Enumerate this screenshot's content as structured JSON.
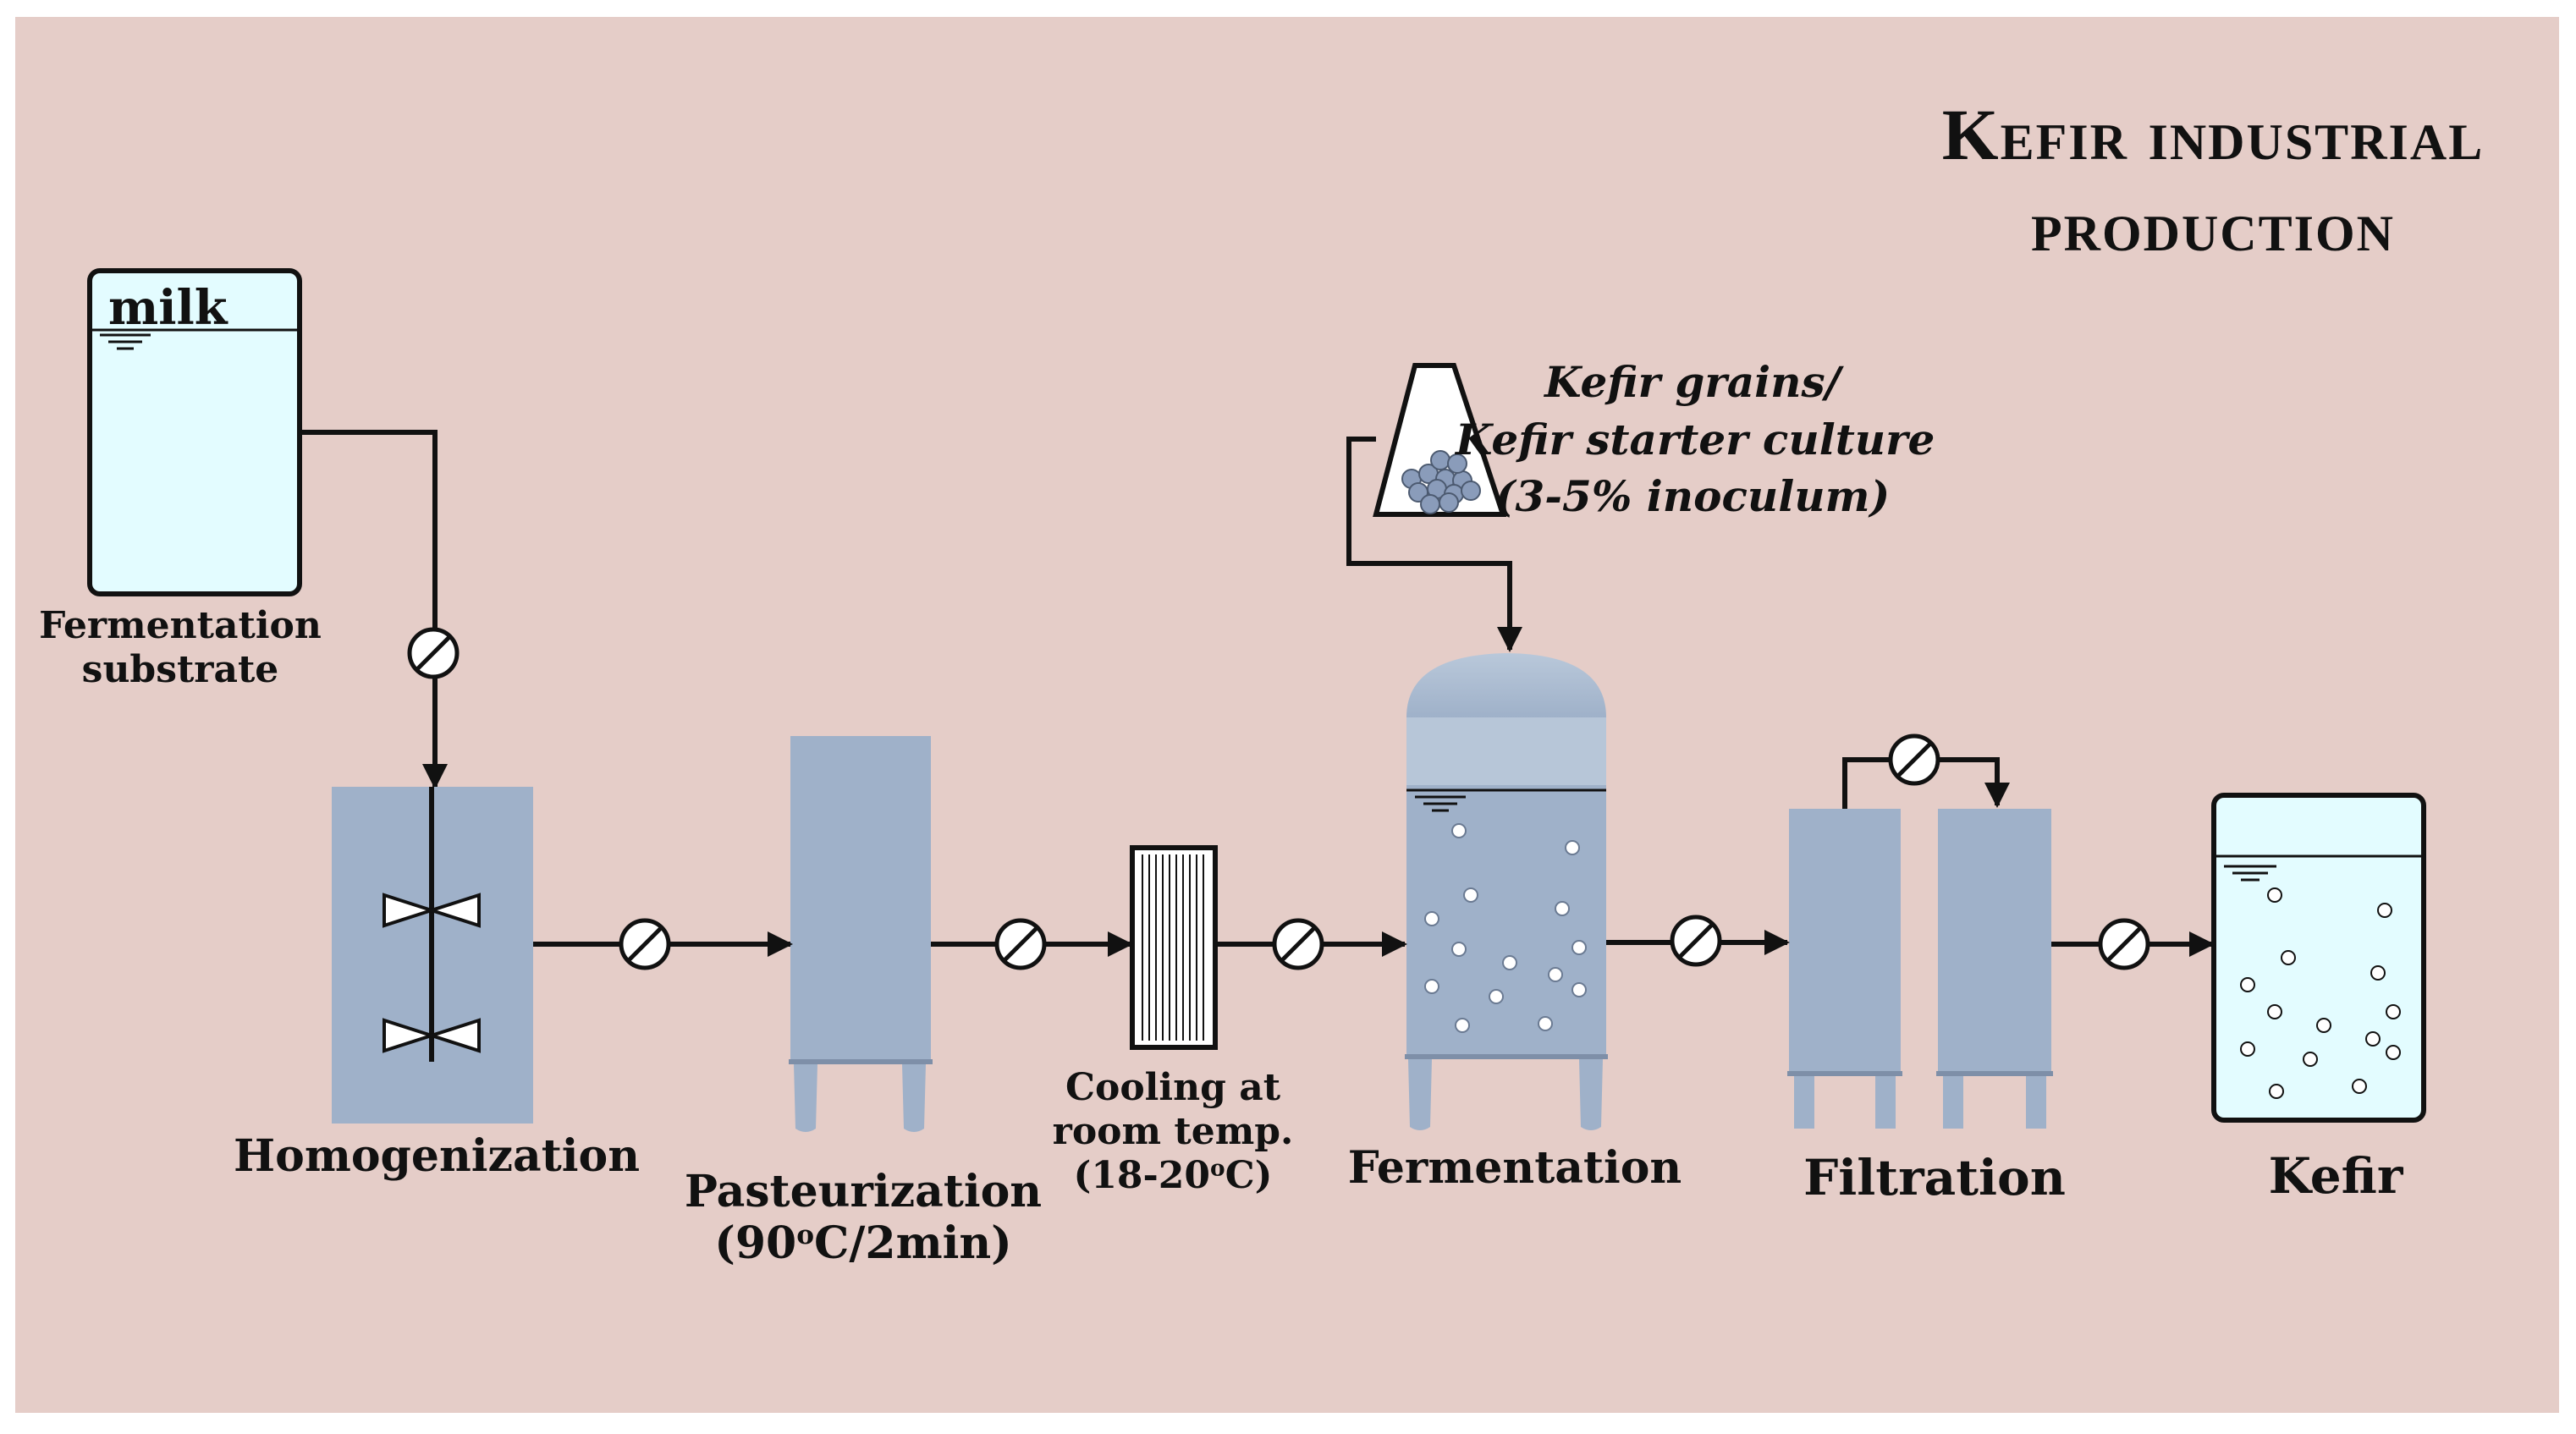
{
  "title": {
    "line1": "Kefir industrial",
    "line2": "production"
  },
  "colors": {
    "background": "#e5cdc8",
    "equipment_fill": "#9fb1c9",
    "equipment_dark": "#8e9fb7",
    "equipment_top": "#b7c6d8",
    "liquid_fill": "#e3fcff",
    "line": "#111111",
    "valve_fill": "#ffffff",
    "grain_fill": "#8a9cba"
  },
  "labels": {
    "milk_tank": "milk",
    "fermentation_substrate": [
      "Fermentation",
      "substrate"
    ],
    "homogenization": "Homogenization",
    "pasteurization": "Pasteurization",
    "pasteurization_condition_prefix": "(90",
    "pasteurization_condition_sup": "o",
    "pasteurization_condition_suffix": "C/2min)",
    "cooling": [
      "Cooling at",
      "room temp."
    ],
    "cooling_condition_prefix": "(18-20",
    "cooling_condition_sup": "o",
    "cooling_condition_suffix": "C)",
    "kefir_grains": [
      "Kefir grains/",
      "Kefir starter culture",
      "(3-5% inoculum)"
    ],
    "fermentation": "Fermentation",
    "filtration": "Filtration",
    "kefir": "Kefir"
  },
  "icons": {
    "valve": "valve-icon",
    "stirrer": "stirrer-impeller-icon",
    "heat_exchanger": "heat-exchanger-icon",
    "inoculum_hopper": "hopper-icon",
    "liquid_level": "liquid-level-icon",
    "flow_arrow": "arrow-right-icon"
  }
}
